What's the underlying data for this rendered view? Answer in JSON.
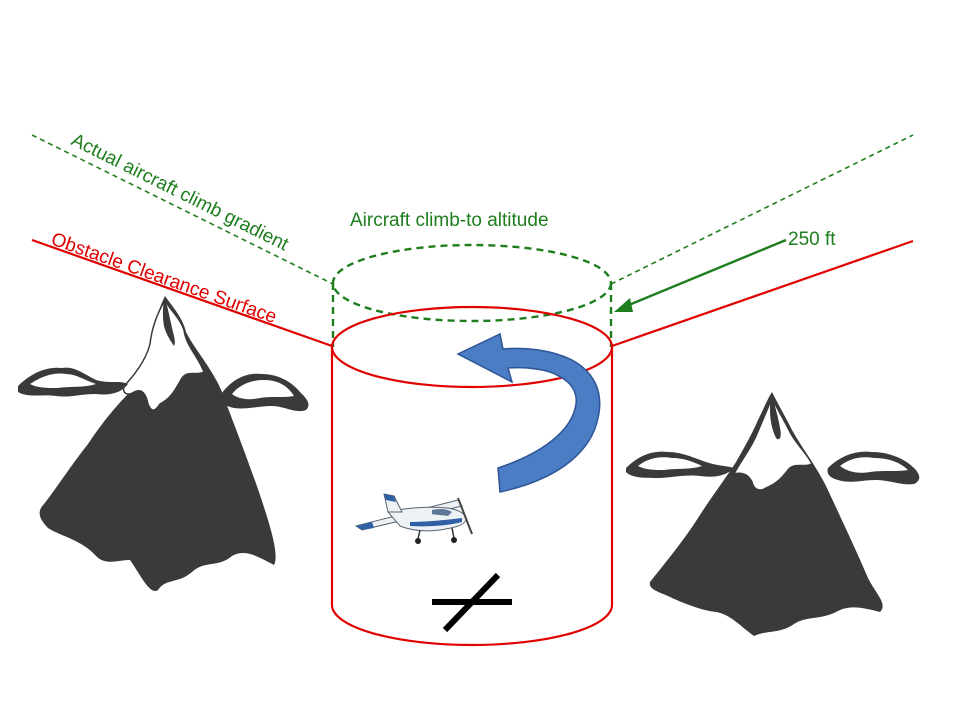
{
  "labels": {
    "actual_gradient": "Actual aircraft climb gradient",
    "obstacle_surface": "Obstacle Clearance Surface",
    "climb_to_altitude": "Aircraft climb-to altitude",
    "height_offset": "250 ft"
  },
  "colors": {
    "green": "#1e7e1e",
    "red": "#e00000",
    "mountain": "#3a3a3a",
    "snow": "#ffffff",
    "arrow_blue": "#4a7dc4",
    "arrow_outline": "#2f5597",
    "airplane_body": "#eef2f5",
    "airplane_accent": "#2f5fa5"
  },
  "icons": {
    "aircraft": "light-aircraft-icon",
    "turn_arrow": "curved-turn-arrow-icon",
    "navaid": "navaid-symbol-icon"
  }
}
